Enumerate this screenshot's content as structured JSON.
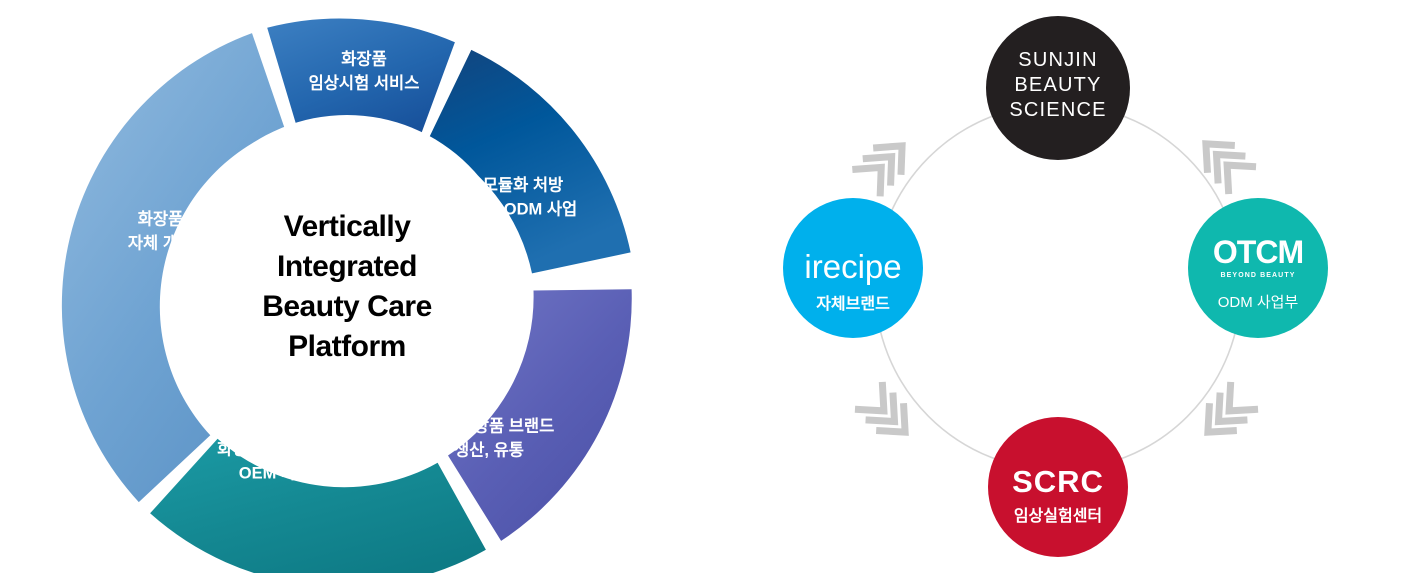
{
  "colors": {
    "wedge_clinical": "#2366ae",
    "wedge_odm": "#00579b",
    "wedge_brand": "#5056ac",
    "wedge_oem": "#17909b",
    "wedge_material": "#6fa3d2",
    "center_text": "#000000",
    "node_sunjin": "#231f20",
    "node_otcm": "#0fb8ae",
    "node_scrc": "#c8102e",
    "node_irecipe": "#00b0ec",
    "ring_line": "#d6d6d6",
    "arrow": "#c9c9c9",
    "background": "#ffffff"
  },
  "platform": {
    "center": {
      "line1": "Vertically",
      "line2": "Integrated",
      "line3": "Beauty Care",
      "line4": "Platform"
    },
    "wedges": [
      {
        "id": "clinical-trial-service",
        "line1": "화장품",
        "line2": "임상시험 서비스",
        "color": "#2366ae"
      },
      {
        "id": "modular-odm",
        "line1": "모듈화 처방",
        "line2": "기반 ODM 사업",
        "color": "#00579b"
      },
      {
        "id": "finished-brand",
        "line1": "완제 화장품 브랜드",
        "line2": "생산, 유통",
        "color": "#5056ac"
      },
      {
        "id": "formulation-oem",
        "line1": "화장품 처방 개발",
        "line2": "OEM 사업",
        "color": "#17909b"
      },
      {
        "id": "raw-material",
        "line1": "화장품 원료",
        "line2": "자체 개발 생산",
        "color": "#6fa3d2"
      }
    ]
  },
  "org": {
    "nodes": [
      {
        "id": "sunjin",
        "position": "top",
        "word1": "SUNJIN",
        "word2": "BEAUTY",
        "word3": "SCIENCE",
        "color": "#231f20"
      },
      {
        "id": "otcm",
        "position": "right",
        "brand": "OTCM",
        "tagline": "BEYOND BEAUTY",
        "sub": "ODM 사업부",
        "color": "#0fb8ae"
      },
      {
        "id": "scrc",
        "position": "bottom",
        "brand": "SCRC",
        "sub": "임상실험센터",
        "color": "#c8102e"
      },
      {
        "id": "irecipe",
        "position": "left",
        "brand": "irecipe",
        "sub": "자체브랜드",
        "color": "#00b0ec"
      }
    ],
    "arrows": [
      {
        "id": "arrow-upper-left",
        "direction": "counterclockwise"
      },
      {
        "id": "arrow-upper-right",
        "direction": "counterclockwise"
      },
      {
        "id": "arrow-lower-left",
        "direction": "counterclockwise"
      },
      {
        "id": "arrow-lower-right",
        "direction": "counterclockwise"
      }
    ]
  }
}
